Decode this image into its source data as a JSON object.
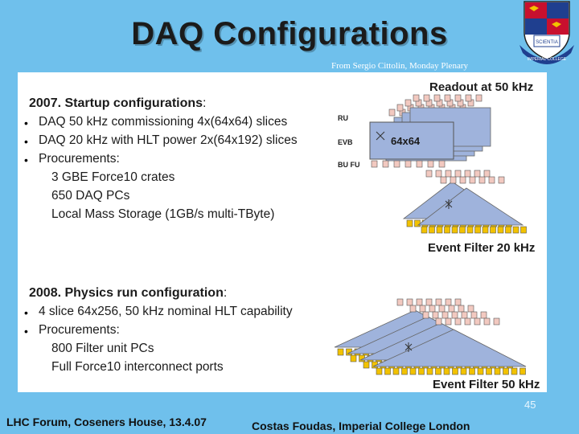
{
  "slide": {
    "title": "DAQ Configurations",
    "source_note": "From Sergio Cittolin, Monday Plenary",
    "page_number": "45",
    "footer_left": "LHC Forum, Coseners House, 13.4.07",
    "footer_right": "Costas Foudas, Imperial College London"
  },
  "section2007": {
    "heading_bold": "2007. Startup configurations",
    "heading_tail": ":",
    "bullets": [
      "DAQ 50 kHz commissioning 4x(64x64) slices",
      "DAQ 20 kHz with HLT power 2x(64x192) slices",
      "Procurements:"
    ],
    "sub_items": [
      "3 GBE Force10 crates",
      "650 DAQ PCs",
      "Local Mass Storage (1GB/s multi-TByte)"
    ]
  },
  "section2008": {
    "heading_bold": "2008. Physics run configuration",
    "heading_tail": ":",
    "bullets": [
      "4 slice 64x256, 50 kHz nominal HLT capability",
      "Procurements:"
    ],
    "sub_items": [
      "800 Filter unit PCs",
      "Full Force10 interconnect ports"
    ]
  },
  "diagram": {
    "readout_label": "Readout at 50 kHz",
    "ru_label": "RU",
    "evb_label": "EVB",
    "bufu_label": "BU FU",
    "switch_label": "64x64",
    "filter20_label": "Event Filter 20 kHz",
    "filter50_label": "Event Filter 50 kHz"
  },
  "crest": {
    "motto_text": "SCIENTIA",
    "banner_text": "IMPERIAL COLLEGE"
  },
  "colors": {
    "background": "#6fc0ec",
    "panel": "#ffffff",
    "diagram_blue": "#9fb3dc",
    "node_pink": "#f2c9c0",
    "node_yellow": "#f2c200",
    "crest_red": "#c8102e",
    "crest_blue": "#1f3f8f"
  }
}
